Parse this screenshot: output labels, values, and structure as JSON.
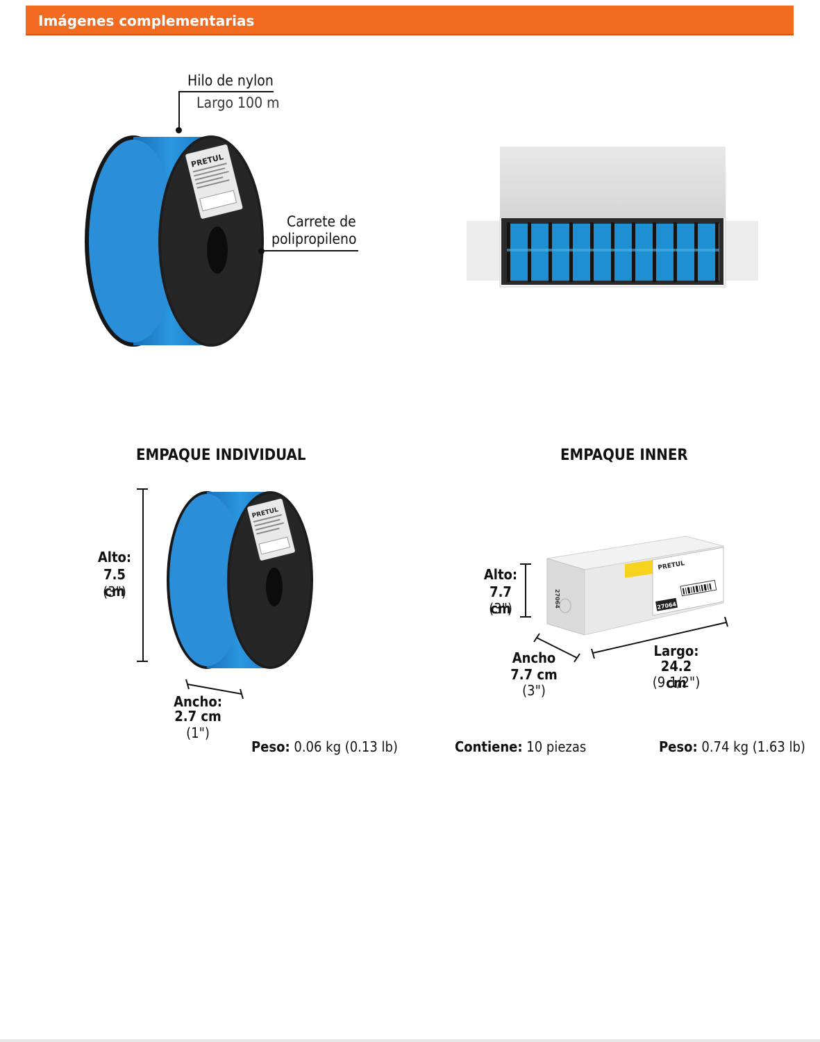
{
  "header": {
    "title": "Imágenes complementarias"
  },
  "callouts": {
    "nylon_title": "Hilo de nylon",
    "nylon_length": "Largo 100 m",
    "reel_line1": "Carrete de",
    "reel_line2": "polipropileno"
  },
  "reel_label": {
    "brand": "PRETUL"
  },
  "individual": {
    "heading": "EMPAQUE INDIVIDUAL",
    "alto_label": "Alto:",
    "alto_cm": "7.5 cm",
    "alto_in": "(3\")",
    "ancho_label": "Ancho:",
    "ancho_cm": "2.7 cm",
    "ancho_in": "(1\")",
    "peso_label": "Peso:",
    "peso_value": "0.06 kg (0.13 lb)"
  },
  "inner": {
    "heading": "EMPAQUE INNER",
    "alto_label": "Alto:",
    "alto_cm": "7.7 cm",
    "alto_in": "(3\")",
    "ancho_label": "Ancho",
    "ancho_cm": "7.7 cm",
    "ancho_in": "(3\")",
    "largo_label": "Largo:",
    "largo_cm": "24.2 cm",
    "largo_in": "(9 1/2\")",
    "contiene_label": "Contiene:",
    "contiene_value": "10 piezas",
    "peso_label": "Peso:",
    "peso_value": "0.74 kg (1.63 lb)",
    "box_code": "27064",
    "box_brand": "PRETUL"
  },
  "colors": {
    "banner": "#f26a1f",
    "nylon_blue": "#1f88d6",
    "reel_black": "#1b1b1b"
  }
}
